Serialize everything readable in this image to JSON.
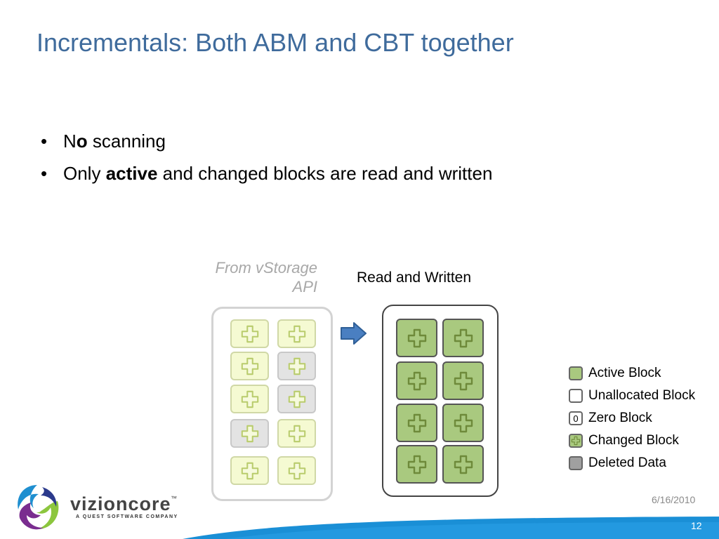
{
  "slide": {
    "title": "Incrementals:  Both ABM and CBT together",
    "bullets": [
      {
        "marker": "•",
        "pre": "N",
        "bold": "o",
        "post": " scanning"
      },
      {
        "marker": "•",
        "pre": "Only ",
        "bold": "active",
        "post": " and changed blocks are read and written"
      }
    ]
  },
  "diagram": {
    "source_caption_line1": "From vStorage",
    "source_caption_line2": "API",
    "target_caption": "Read and Written"
  },
  "legend": {
    "items": [
      {
        "label": "Active Block"
      },
      {
        "label": "Unallocated Block"
      },
      {
        "label": "Zero Block",
        "symbol": "0"
      },
      {
        "label": "Changed Block"
      },
      {
        "label": "Deleted Data"
      }
    ]
  },
  "footer": {
    "brand": "vizioncore",
    "trademark": "™",
    "tagline": "A QUEST SOFTWARE COMPANY",
    "date": "6/16/2010",
    "page_number": "12"
  },
  "colors": {
    "title": "#3f6b9c",
    "active_block": "#a9c97f",
    "source_block": "#f5fad2",
    "deleted_block": "#a0a0a0",
    "arrow": "#4a7fc1",
    "footer_bar": "#1a8fd6"
  }
}
